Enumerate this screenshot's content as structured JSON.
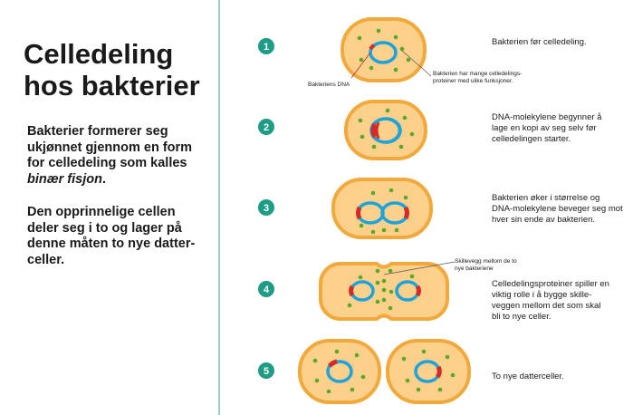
{
  "title_line1": "Celledeling",
  "title_line2": "hos bakterier",
  "para1_text": "Bakterier formerer seg ukjønnet gjennom en form for celledeling som kalles ",
  "para1_italic": "binær fisjon",
  "para1_end": ".",
  "para2": "Den opprinnelige cellen deler seg i to og lager på denne måten to nye datter-celler.",
  "steps": [
    {
      "num": "1",
      "desc": "Bakterien før celledeling."
    },
    {
      "num": "2",
      "desc": "DNA-molekylene begynner å lage en kopi av seg selv før celledelingen starter."
    },
    {
      "num": "3",
      "desc": "Bakterien øker i størrelse og DNA-molekylene beveger seg mot hver sin ende av bakterien."
    },
    {
      "num": "4",
      "desc": "Celledelingsproteiner spiller en viktig rolle i å bygge skille-veggen mellom det som skal bli to nye celler."
    },
    {
      "num": "5",
      "desc": "To nye datterceller."
    }
  ],
  "labels": {
    "dna": "Bakteriens DNA",
    "proteins": "Bakterien har mange celledelings-proteiner med ulike funksjoner.",
    "wall": "Skillevegg mellom de to nye bakteriene"
  },
  "colors": {
    "accent": "#1e9c85",
    "membrane": "#f2a93b",
    "cytoplasm": "#fbd08a",
    "dna_blue": "#1aa3dc",
    "dna_red": "#d42a2a",
    "protein": "#5aa82a"
  }
}
